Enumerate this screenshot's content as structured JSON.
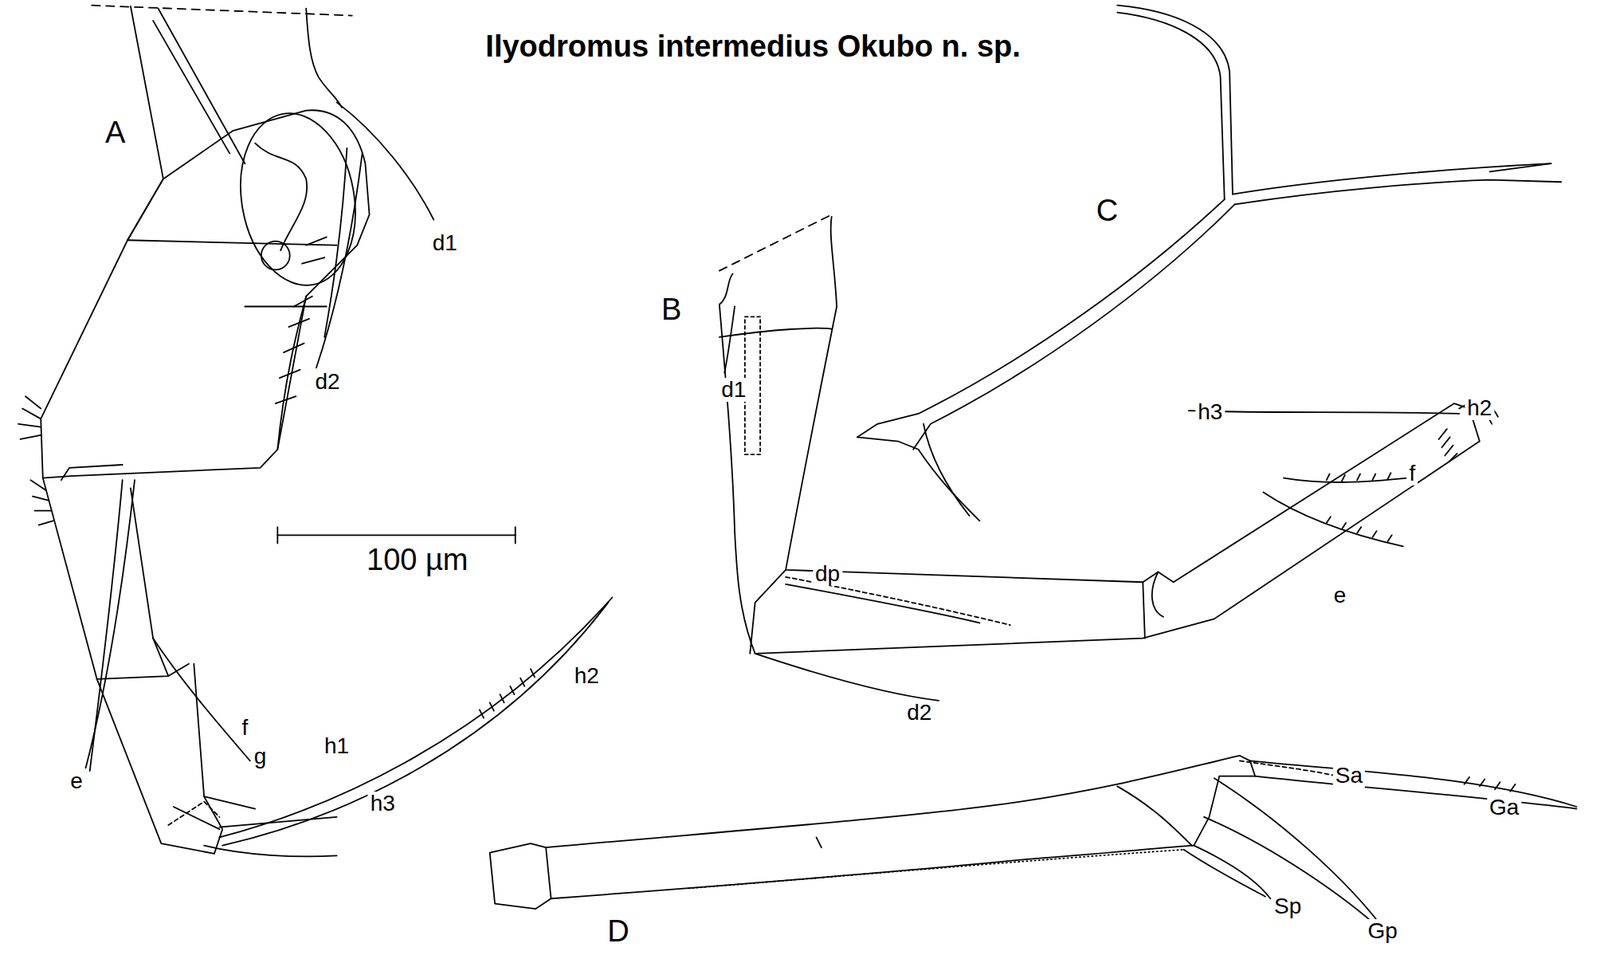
{
  "diagram": {
    "title": "Ilyodromus intermedius Okubo n. sp.",
    "labels": [
      "A",
      "d1",
      "d2",
      "100 µm",
      "h2",
      "f",
      "g",
      "h1",
      "e",
      "h3",
      "B",
      "d1",
      "dp",
      "d2",
      "C",
      "h3",
      "h2",
      "f",
      "e",
      "D",
      "Sa",
      "Ga",
      "Sp",
      "Gp"
    ]
  }
}
